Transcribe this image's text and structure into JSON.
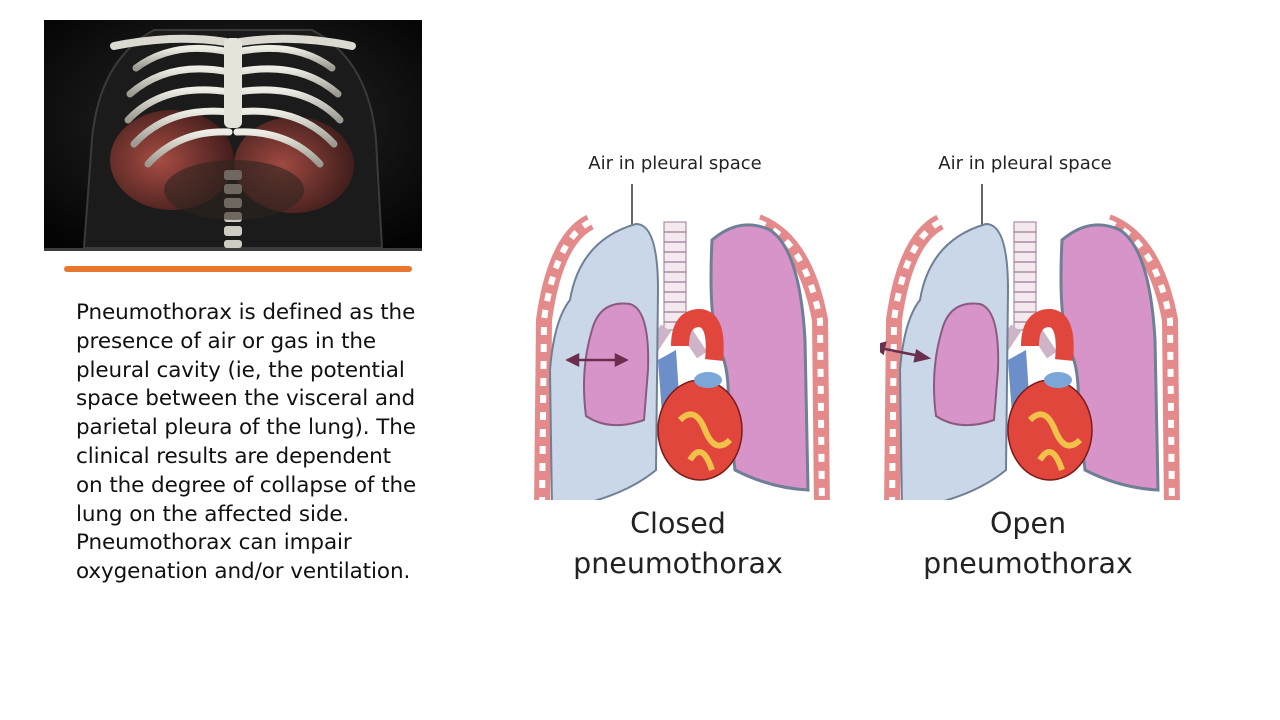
{
  "body": {
    "paragraph": "Pneumothorax is defined as the presence of air or gas in the pleural cavity (ie, the potential space between the visceral and parietal pleura of the lung). The clinical results are dependent on the degree of collapse of the lung on the affected side. Pneumothorax can impair oxygenation and/or ventilation."
  },
  "diagrams": [
    {
      "air_label": "Air in pleural space",
      "caption_line1": "Closed",
      "caption_line2": "pneumothorax"
    },
    {
      "air_label": "Air in pleural space",
      "caption_line1": "Open",
      "caption_line2": "pneumothorax"
    }
  ],
  "colors": {
    "accent_underline": "#e8772e",
    "pleural_air": "#c9d7e8",
    "lung": "#d694c9",
    "chest_wall": "#e48a8a",
    "arrow": "#6a2e4e"
  }
}
